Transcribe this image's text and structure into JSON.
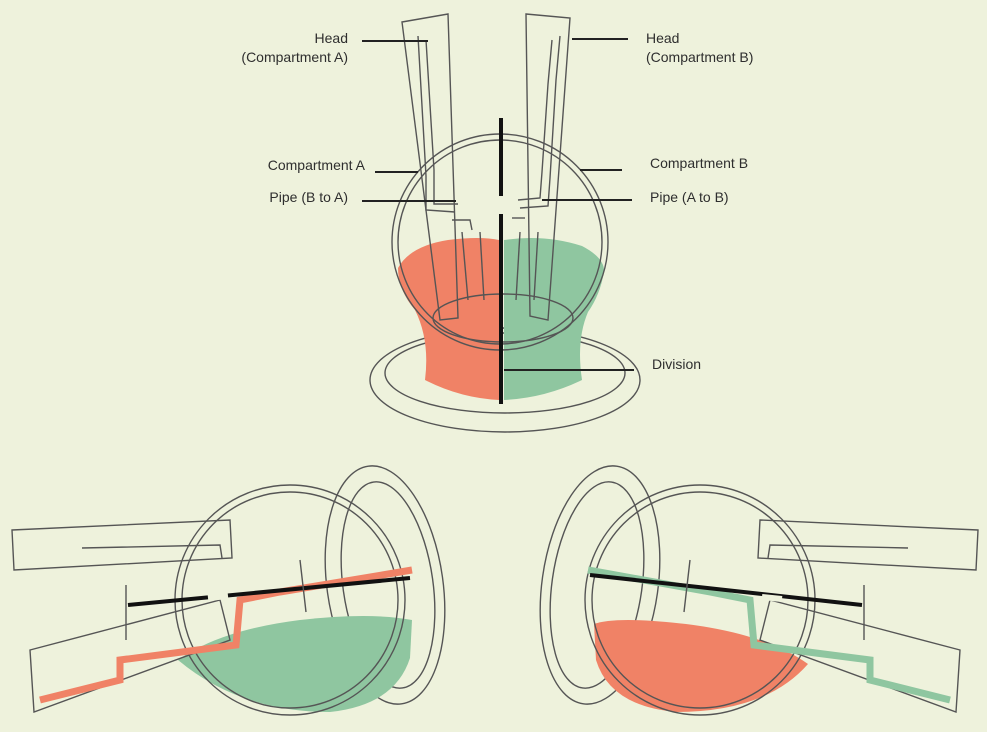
{
  "labels": {
    "head_a_line1": "Head",
    "head_a_line2": "(Compartment A)",
    "head_b_line1": "Head",
    "head_b_line2": "(Compartment B)",
    "compartment_a": "Compartment A",
    "compartment_b": "Compartment B",
    "pipe_b_to_a": "Pipe (B to A)",
    "pipe_a_to_b": "Pipe (A to B)",
    "division": "Division"
  },
  "colors": {
    "background": "#eef2dc",
    "compartment_a_fill": "#f08266",
    "compartment_b_fill": "#8fc6a0",
    "outline": "#555555",
    "division": "#111111"
  }
}
